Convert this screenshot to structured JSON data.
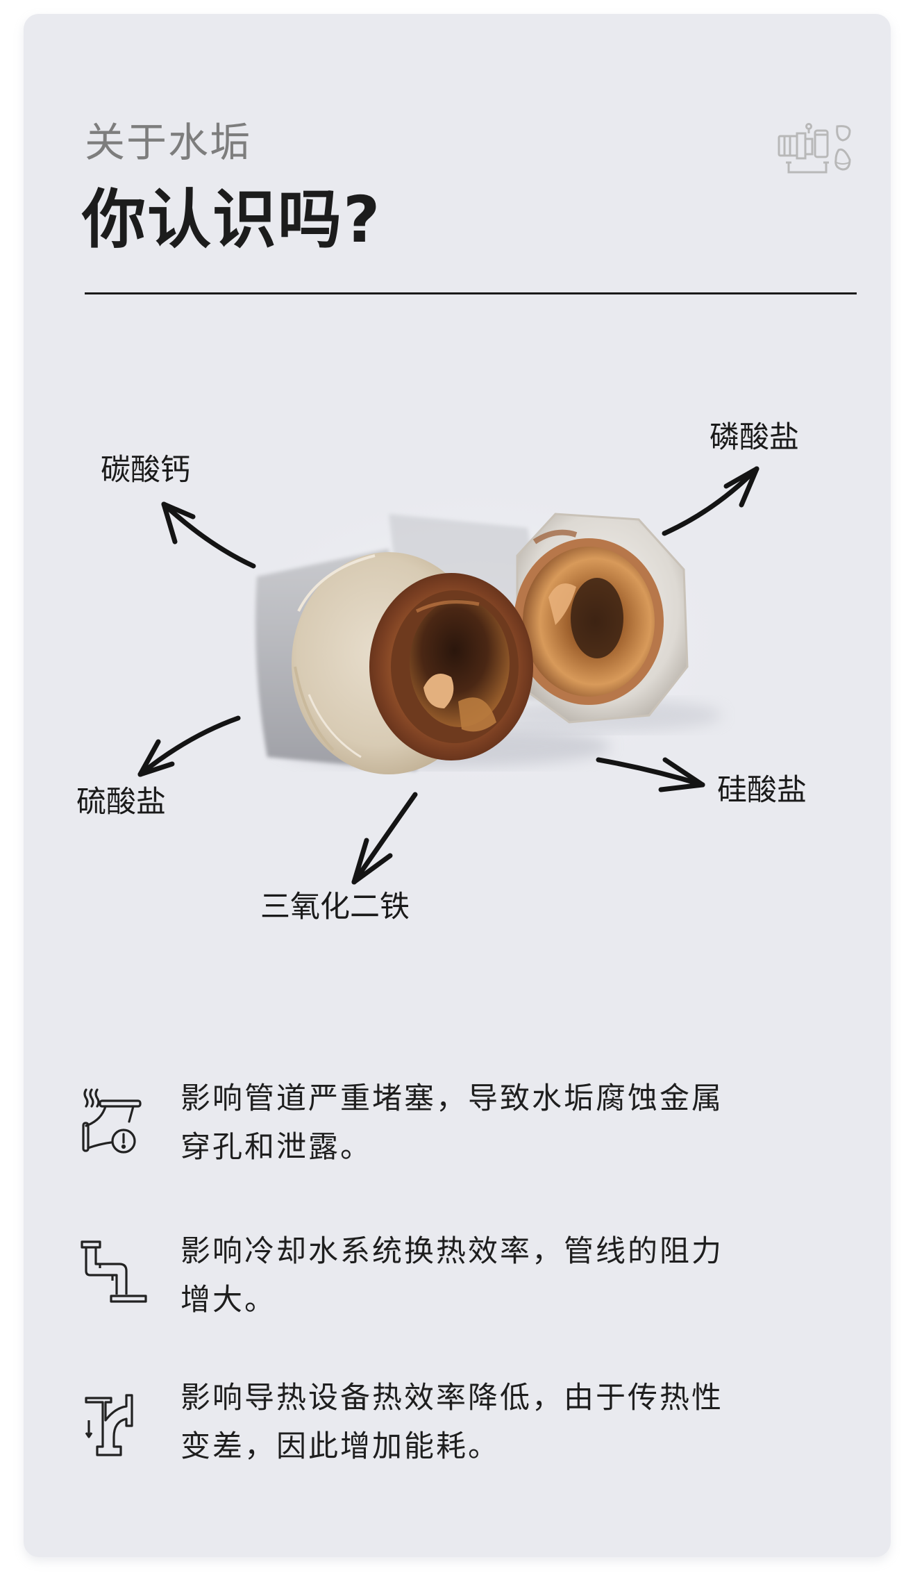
{
  "header": {
    "subtitle": "关于水垢",
    "title": "你认识吗?",
    "brand_icon": "pump-water-drop-icon"
  },
  "diagram": {
    "photo": "rusted-scaled-pipes-photo",
    "labels": [
      {
        "id": "calcium-carbonate",
        "text": "碳酸钙"
      },
      {
        "id": "phosphate",
        "text": "磷酸盐"
      },
      {
        "id": "sulfate",
        "text": "硫酸盐"
      },
      {
        "id": "silicate",
        "text": "硅酸盐"
      },
      {
        "id": "ferric-oxide",
        "text": "三氧化二铁"
      }
    ]
  },
  "effects": [
    {
      "icon": "leaking-pipe-warning-icon",
      "line1": "影响管道严重堵塞，导致水垢腐蚀金属",
      "line2": "穿孔和泄露。"
    },
    {
      "icon": "bent-pipe-icon",
      "line1": "影响冷却水系统换热效率，管线的阻力",
      "line2": "增大。"
    },
    {
      "icon": "tee-pipe-flow-icon",
      "line1": "影响导热设备热效率降低，由于传热性",
      "line2": "变差，因此增加能耗。"
    }
  ],
  "colors": {
    "card_bg": "#e9eaef",
    "title": "#1c1c1c",
    "subtitle": "#7d7d7d",
    "icon_gray": "#b5b5b5",
    "rust": "#8a4a25"
  }
}
